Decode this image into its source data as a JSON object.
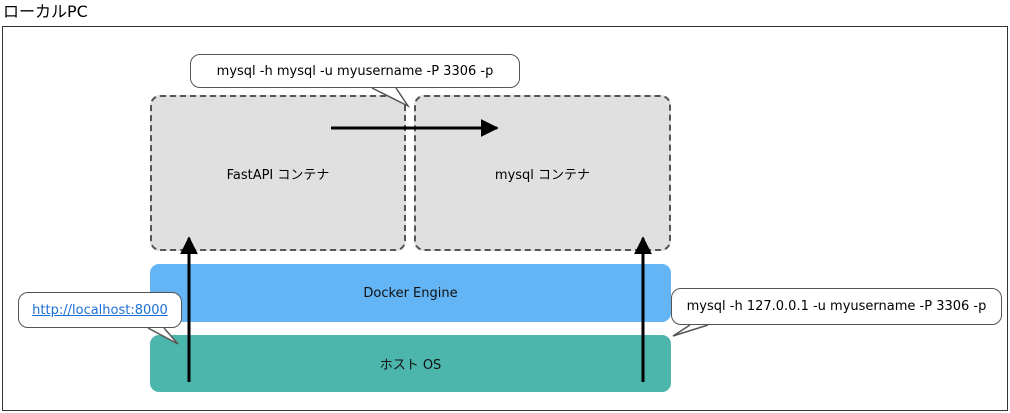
{
  "frame": {
    "title": "ローカルPC"
  },
  "containers": {
    "fastapi": "FastAPI コンテナ",
    "mysql": "mysql コンテナ"
  },
  "layers": {
    "docker": "Docker Engine",
    "host": "ホスト OS"
  },
  "callouts": {
    "container_command": "mysql -h mysql -u myusername -P 3306 -p",
    "localhost_link": "http://localhost:8000",
    "host_command": "mysql -h 127.0.0.1 -u myusername -P 3306 -p"
  },
  "colors": {
    "docker": "#64b5f6",
    "host": "#4db6ac",
    "container": "#e0e0e0"
  }
}
